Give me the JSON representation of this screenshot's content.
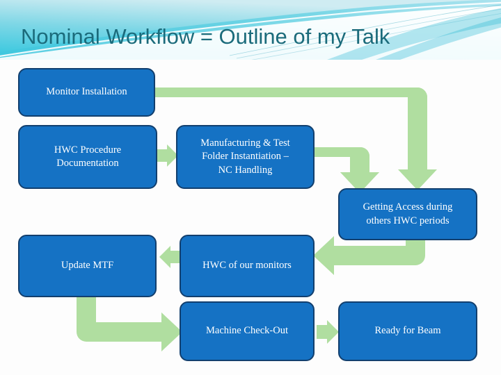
{
  "slide": {
    "title": "Nominal Workflow = Outline of my Talk",
    "title_color": "#1b6b7b",
    "background_color": "#fdfdfd"
  },
  "theme": {
    "box_fill": "#1572c4",
    "box_border": "#123f6e",
    "box_text_color": "#ffffff",
    "arrow_color": "#b0dea0",
    "banner_gradient_from": "#2fc6de",
    "banner_gradient_to": "#b9e6ef"
  },
  "diagram": {
    "type": "flowchart",
    "nodes": [
      {
        "id": "monitor-installation",
        "label": "Monitor Installation"
      },
      {
        "id": "hwc-procedure-doc",
        "label": "HWC Procedure Documentation"
      },
      {
        "id": "mfg-test-folder",
        "label": "Manufacturing & Test Folder Instantiation – NC Handling"
      },
      {
        "id": "getting-access",
        "label": "Getting Access during others HWC periods"
      },
      {
        "id": "update-mtf",
        "label": "Update MTF"
      },
      {
        "id": "hwc-our-monitors",
        "label": "HWC of our monitors"
      },
      {
        "id": "machine-check-out",
        "label": "Machine Check-Out"
      },
      {
        "id": "ready-for-beam",
        "label": "Ready for Beam"
      }
    ],
    "edges": [
      {
        "from": "monitor-installation",
        "to": "getting-access",
        "style": "elbow-right-down"
      },
      {
        "from": "hwc-procedure-doc",
        "to": "mfg-test-folder",
        "style": "straight-right"
      },
      {
        "from": "mfg-test-folder",
        "to": "getting-access",
        "style": "elbow-right-down"
      },
      {
        "from": "getting-access",
        "to": "hwc-our-monitors",
        "style": "elbow-down-left"
      },
      {
        "from": "hwc-our-monitors",
        "to": "update-mtf",
        "style": "straight-left"
      },
      {
        "from": "update-mtf",
        "to": "machine-check-out",
        "style": "elbow-down-right"
      },
      {
        "from": "machine-check-out",
        "to": "ready-for-beam",
        "style": "straight-right"
      }
    ]
  },
  "node_labels": {
    "monitor_installation": "Monitor Installation",
    "hwc_procedure_doc_line1": "HWC Procedure",
    "hwc_procedure_doc_line2": "Documentation",
    "mfg_line1": "Manufacturing & Test",
    "mfg_line2": "Folder Instantiation –",
    "mfg_line3": "NC Handling",
    "getting_access_line1": "Getting Access during",
    "getting_access_line2": "others HWC periods",
    "update_mtf": "Update MTF",
    "hwc_our_monitors": "HWC of our monitors",
    "machine_check_out": "Machine Check-Out",
    "ready_for_beam": "Ready for Beam"
  }
}
